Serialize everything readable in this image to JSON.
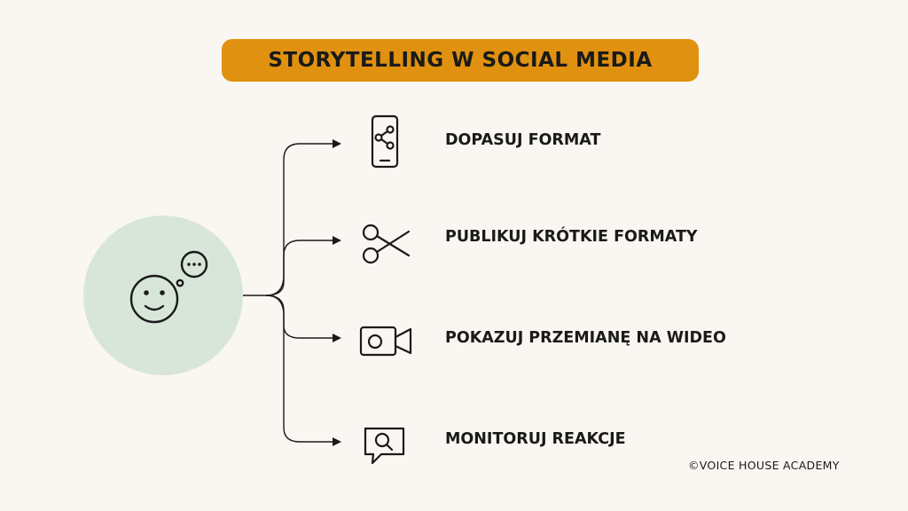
{
  "title": "STORYTELLING W SOCIAL MEDIA",
  "items": [
    {
      "label": "DOPASUJ FORMAT",
      "icon": "phone-share-icon"
    },
    {
      "label": "PUBLIKUJ KRÓTKIE FORMATY",
      "icon": "scissors-icon"
    },
    {
      "label": "POKAZUJ PRZEMIANĘ NA WIDEO",
      "icon": "video-camera-icon"
    },
    {
      "label": "MONITORUJ REAKCJE",
      "icon": "search-speech-bubble-icon"
    }
  ],
  "center_icon": "smiley-thought-bubble-icon",
  "footer": "©VOICE HOUSE ACADEMY",
  "colors": {
    "background": "#faf6f1",
    "title_pill": "#e09110",
    "circle": "#d8e6da",
    "ink": "#1a1a1a"
  }
}
